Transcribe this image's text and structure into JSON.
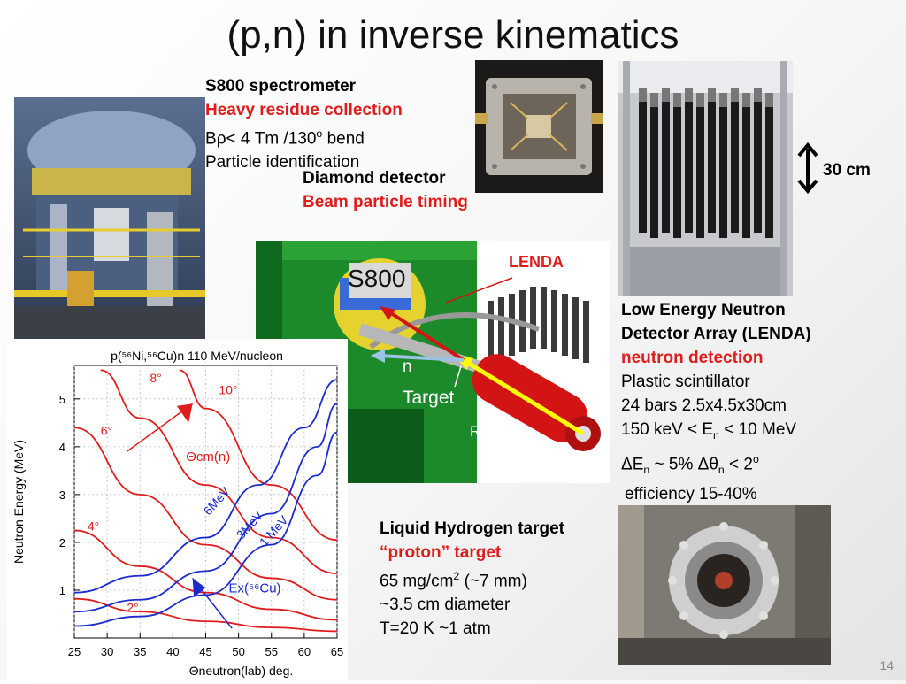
{
  "slide": {
    "title": "(p,n) in inverse kinematics",
    "page_number": "14"
  },
  "s800": {
    "name": "S800 spectrometer",
    "role": "Heavy residue collection",
    "brho_prefix": "B",
    "brho_symbol": "ρ",
    "brho_rest": "< 4 Tm /130",
    "brho_sup": "o",
    "brho_suffix": " bend",
    "pid": "Particle identification"
  },
  "diamond": {
    "name": "Diamond detector",
    "role": "Beam particle timing"
  },
  "scale": {
    "label": "30 cm"
  },
  "lenda": {
    "line1": "Low Energy Neutron",
    "line2": "Detector Array (LENDA)",
    "role": "neutron detection",
    "material": "Plastic scintillator",
    "bars": "24 bars 2.5x4.5x30cm",
    "range_a": "150 keV <  E",
    "range_sub": "n",
    "range_b": " < 10 MeV",
    "res_a": "ΔE",
    "res_sub1": "n",
    "res_b": " ~ 5%    Δθ",
    "res_sub2": "n",
    "res_c": " < 2",
    "res_sup": "o",
    "efficiency": "efficiency 15-40%"
  },
  "target": {
    "name": "Liquid Hydrogen target",
    "role": "“proton” target",
    "density_a": "65 mg/cm",
    "density_sup": "2",
    "density_b": " (~7 mm)",
    "diameter": "~3.5 cm diameter",
    "conditions": "T=20 K  ~1 atm"
  },
  "diagram": {
    "s800": "S800",
    "lenda": "LENDA",
    "n": "n",
    "target": "Target",
    "beam": "RI beam"
  },
  "colors": {
    "accent_red": "#e01c1c",
    "plot_red": "#e01c1c",
    "plot_blue": "#1c2ccc"
  },
  "chart_data": {
    "type": "line",
    "title": "p(⁵⁶Ni,⁵⁶Cu)n 110 MeV/nucleon",
    "xlabel": "Θneutron(lab) deg.",
    "ylabel": "Neutron Energy (MeV)",
    "xlim": [
      25,
      65
    ],
    "ylim": [
      0,
      5.7
    ],
    "x_ticks": [
      "25",
      "30",
      "35",
      "40",
      "45",
      "50",
      "55",
      "60",
      "65"
    ],
    "y_ticks": [
      "1",
      "2",
      "3",
      "4",
      "5"
    ],
    "series": [
      {
        "name": "2°",
        "color": "red",
        "x": [
          25,
          35,
          45,
          55,
          65
        ],
        "y": [
          0.82,
          0.55,
          0.35,
          0.22,
          0.14
        ]
      },
      {
        "name": "4°",
        "color": "red",
        "x": [
          25,
          35,
          45,
          55,
          65
        ],
        "y": [
          2.25,
          1.5,
          0.95,
          0.6,
          0.38
        ]
      },
      {
        "name": "6°",
        "color": "red",
        "x": [
          25,
          35,
          45,
          55,
          65
        ],
        "y": [
          4.4,
          3.0,
          1.95,
          1.25,
          0.8
        ]
      },
      {
        "name": "8°",
        "color": "red",
        "x": [
          29,
          35,
          45,
          55,
          65
        ],
        "y": [
          5.6,
          4.6,
          3.2,
          2.1,
          1.35
        ]
      },
      {
        "name": "10°",
        "color": "red",
        "x": [
          41,
          45,
          55,
          65
        ],
        "y": [
          5.6,
          4.8,
          3.2,
          2.05
        ]
      },
      {
        "name": "6MeV",
        "color": "blue",
        "x": [
          25,
          35,
          45,
          53,
          60,
          65
        ],
        "y": [
          0.95,
          1.3,
          2.1,
          3.2,
          4.4,
          5.4
        ]
      },
      {
        "name": "3MeV",
        "color": "blue",
        "x": [
          25,
          35,
          45,
          55,
          62,
          65
        ],
        "y": [
          0.55,
          0.8,
          1.4,
          2.6,
          4.0,
          4.9
        ]
      },
      {
        "name": "1 MeV",
        "color": "blue",
        "x": [
          25,
          35,
          45,
          55,
          62,
          65
        ],
        "y": [
          0.25,
          0.45,
          0.9,
          1.95,
          3.4,
          4.3
        ]
      }
    ],
    "annotations": {
      "theta_cm": "Θcm(n)",
      "excitation": "Ex(⁵⁶Cu)"
    }
  }
}
